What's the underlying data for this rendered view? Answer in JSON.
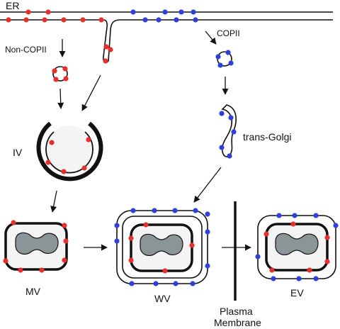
{
  "labels": {
    "er": "ER",
    "non_copii": "Non-COPII",
    "copii": "COPII",
    "iv": "IV",
    "trans_golgi": "trans-Golgi",
    "mv": "MV",
    "wv": "WV",
    "ev": "EV",
    "plasma_line1": "Plasma",
    "plasma_line2": "Membrane"
  },
  "colors": {
    "red_marker": "#e8302b",
    "blue_marker": "#2f3fd9",
    "membrane": "#111111",
    "nucleus_fill": "#8a9597",
    "lumen_fill": "#f4f4f4"
  }
}
